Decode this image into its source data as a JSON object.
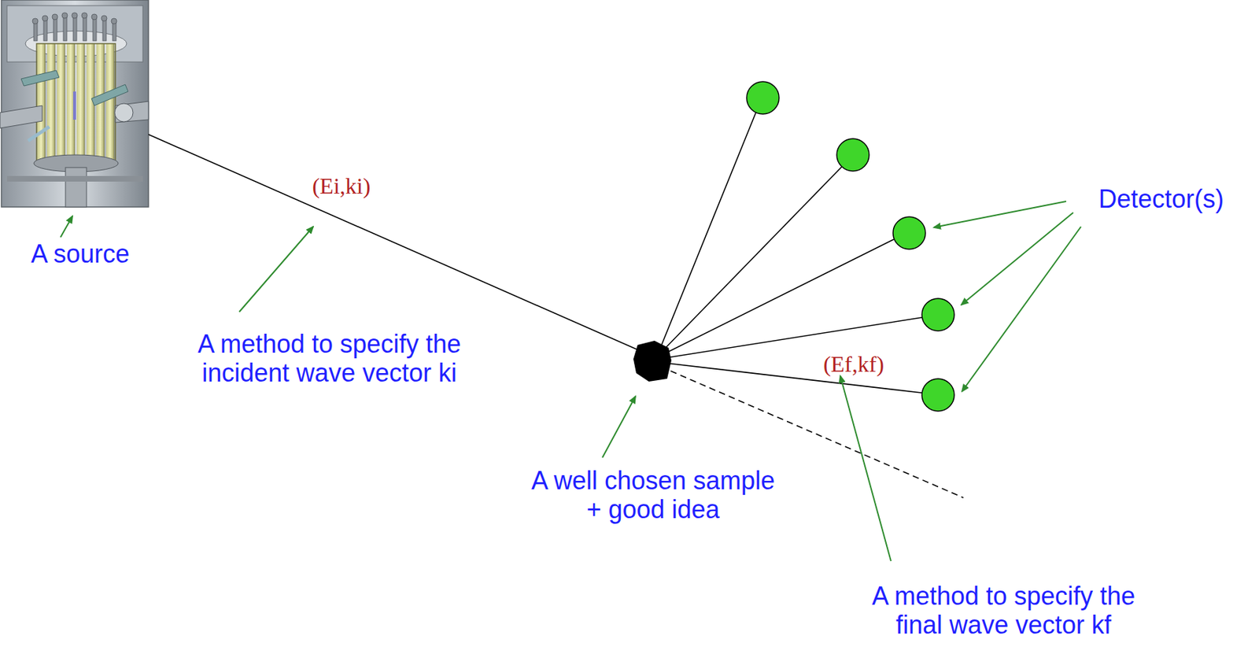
{
  "diagram": {
    "labels": [
      "A source",
      "(Ei,ki)",
      "A method to specify the incident wave vector ki",
      "A well chosen sample + good idea",
      "Detector(s)",
      "(Ef,kf)",
      "A method to specify the final wave vector kf"
    ]
  }
}
